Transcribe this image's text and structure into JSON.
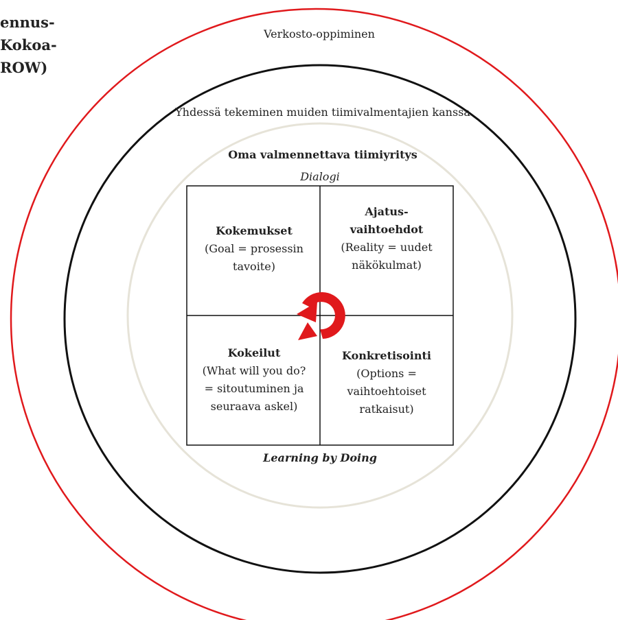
{
  "side_title": [
    "ennus-",
    "Kokoa-",
    "ROW)"
  ],
  "rings": {
    "outer_label": "Verkosto-oppiminen",
    "middle_label": "Yhdessä tekeminen muiden tiimivalmentajien kanssa",
    "inner_label": "Oma valmennettava tiimiyritys"
  },
  "grid": {
    "top_label": "Dialogi",
    "bottom_label": "Learning by Doing",
    "cells": [
      {
        "title": [
          "Kokemukset"
        ],
        "body": [
          "(Goal = prosessin",
          "tavoite)"
        ]
      },
      {
        "title": [
          "Ajatus-",
          "vaihtoehdot"
        ],
        "body": [
          "(Reality = uudet",
          "näkökulmat)"
        ]
      },
      {
        "title": [
          "Kokeilut"
        ],
        "body": [
          "(What will you do?",
          "= sitoutuminen ja",
          "seuraava askel)"
        ]
      },
      {
        "title": [
          "Konkretisointi"
        ],
        "body": [
          "(Options =",
          "vaihtoehtoiset",
          "ratkaisut)"
        ]
      }
    ]
  },
  "colors": {
    "outer_ring": "#e0191c",
    "middle_ring": "#111111",
    "inner_ring": "#e6e3d8",
    "cycle_arrow": "#e0191c",
    "grid_lines": "#111111"
  },
  "icons": {
    "center": "cycle-arrow-icon"
  }
}
